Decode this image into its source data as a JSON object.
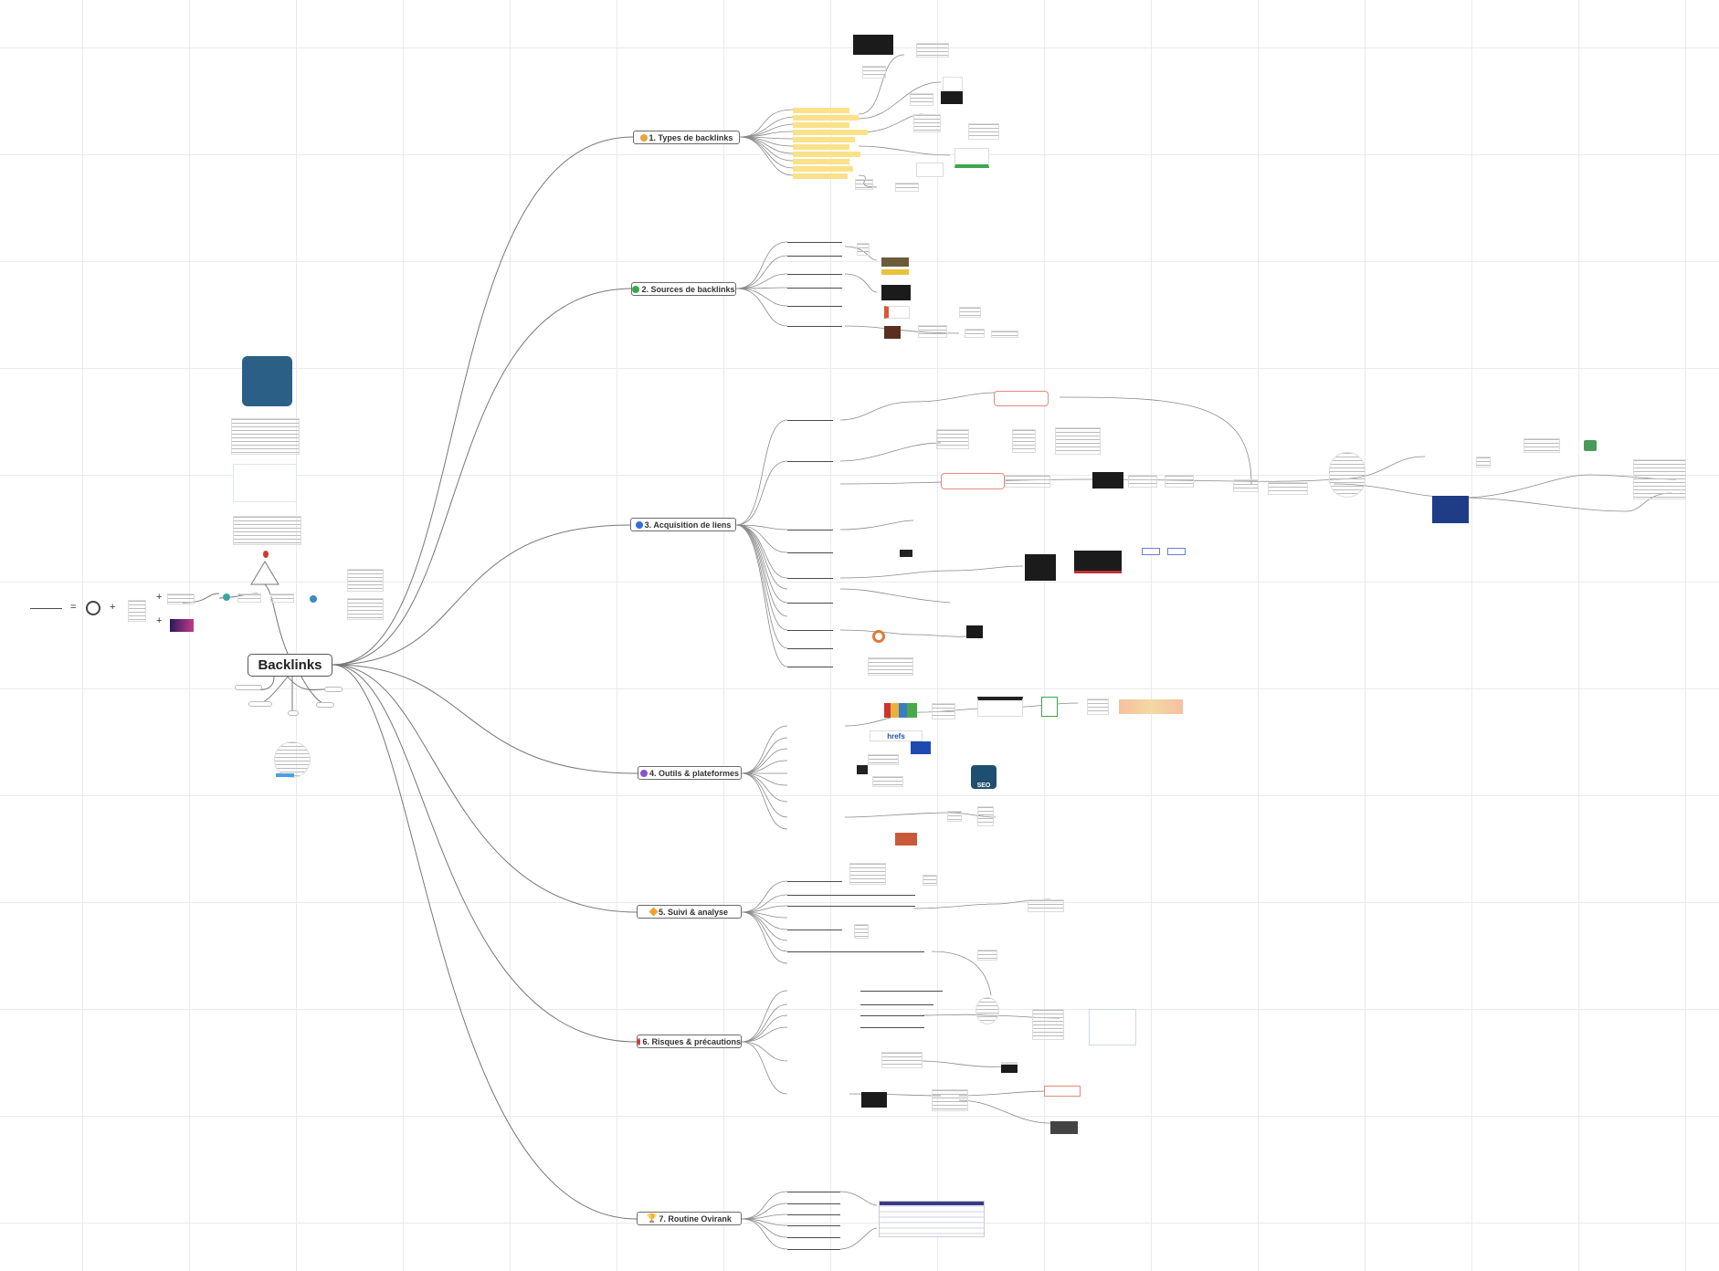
{
  "root": {
    "label": "Backlinks"
  },
  "branches": [
    {
      "label": "1. Types de backlinks",
      "icon": "orange-circle-icon",
      "color": "#e8a33a"
    },
    {
      "label": "2. Sources de backlinks",
      "icon": "green-circle-icon",
      "color": "#3aa84a"
    },
    {
      "label": "3. Acquisition de liens",
      "icon": "blue-circle-icon",
      "color": "#2f6fd6"
    },
    {
      "label": "4. Outils & plateformes",
      "icon": "purple-circle-icon",
      "color": "#8c4fd1"
    },
    {
      "label": "5. Suivi & analyse",
      "icon": "orange-diamond-icon",
      "color": "#f0a030"
    },
    {
      "label": "6. Risques & précautions",
      "icon": "red-circle-icon",
      "color": "#d33a2f"
    },
    {
      "label": "7. Routine Ovirank",
      "icon": "trophy-icon",
      "color": "#d9a21b"
    }
  ],
  "equation": {
    "equals": "=",
    "plus": "+"
  },
  "logo_text": {
    "seo": "SEO",
    "tools": "hrefs"
  }
}
